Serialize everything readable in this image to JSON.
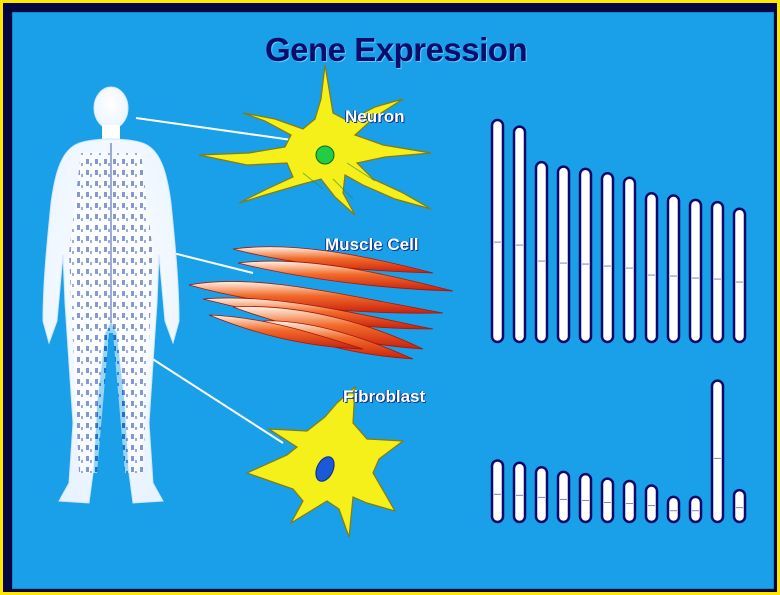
{
  "title": "Gene Expression",
  "cells": [
    {
      "label": "Neuron"
    },
    {
      "label": "Muscle Cell"
    },
    {
      "label": "Fibroblast"
    }
  ],
  "colors": {
    "frame": "#ffe800",
    "panel": "#1aa0e8",
    "title": "#0c0c6a",
    "bar": "#ffffff",
    "bar_outline": "#08086a",
    "cell_yellow": "#f5ef1a",
    "muscle_red": "#e84018",
    "nucleus_green": "#22cc44",
    "nucleus_blue": "#1a5ad8"
  },
  "icons": [
    "human-body-icon",
    "neuron-icon",
    "muscle-cell-icon",
    "fibroblast-icon"
  ],
  "expression_levels": {
    "muscle_cell": [
      1.0,
      0.97,
      0.81,
      0.79,
      0.78,
      0.76,
      0.74,
      0.67,
      0.66,
      0.64,
      0.63,
      0.6
    ],
    "fibroblast": [
      0.27,
      0.26,
      0.24,
      0.22,
      0.21,
      0.19,
      0.18,
      0.16,
      0.11,
      0.11,
      0.62,
      0.14
    ]
  }
}
